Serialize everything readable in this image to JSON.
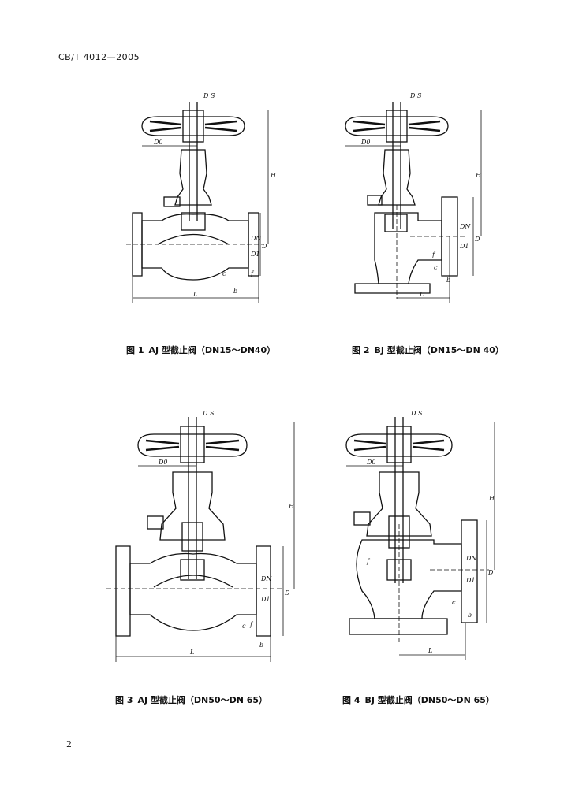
{
  "header": {
    "standard": "CB/T 4012—2005"
  },
  "footer": {
    "page_number": "2"
  },
  "figures": [
    {
      "number": "图 1",
      "caption": "AJ 型截止阀（DN15～DN40）",
      "labels": {
        "ds": "D S",
        "do": "D0",
        "h": "H",
        "d": "D",
        "dn": "DN",
        "d1": "D1",
        "c": "c",
        "b": "b",
        "f": "f",
        "l": "L"
      }
    },
    {
      "number": "图 2",
      "caption": "BJ 型截止阀（DN15～DN 40）",
      "labels": {
        "ds": "D S",
        "do": "D0",
        "h": "H",
        "d": "D",
        "dn": "DN",
        "d1": "D1",
        "c": "c",
        "b": "b",
        "f": "f",
        "l": "L"
      }
    },
    {
      "number": "图 3",
      "caption": "AJ 型截止阀（DN50～DN 65）",
      "labels": {
        "ds": "D S",
        "do": "D0",
        "h": "H",
        "d": "D",
        "dn": "DN",
        "d1": "D1",
        "c": "c",
        "b": "b",
        "f": "f",
        "l": "L"
      }
    },
    {
      "number": "图 4",
      "caption": "BJ 型截止阀（DN50～DN 65）",
      "labels": {
        "ds": "D S",
        "do": "D0",
        "h": "H",
        "d": "D",
        "dn": "DN",
        "d1": "D1",
        "c": "c",
        "b": "b",
        "f": "f",
        "l": "L"
      }
    }
  ]
}
